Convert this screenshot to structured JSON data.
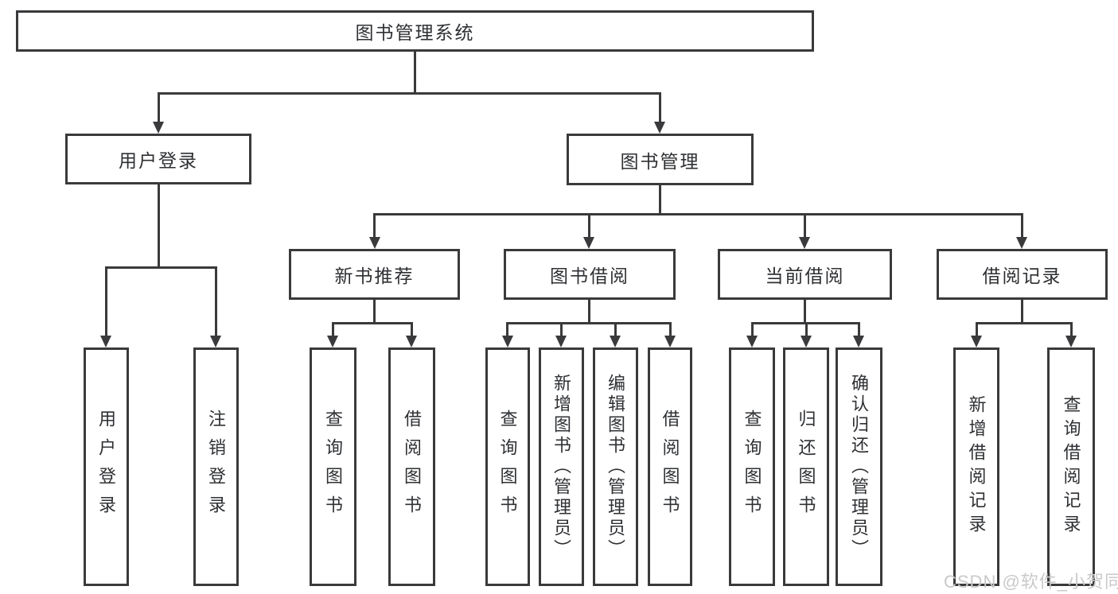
{
  "diagram": {
    "root": {
      "label": "图书管理系统"
    },
    "level2": [
      {
        "label": "用户登录",
        "children": [
          {
            "label": "用户登录"
          },
          {
            "label": "注销登录"
          }
        ]
      },
      {
        "label": "图书管理",
        "children": [
          {
            "label": "新书推荐",
            "children": [
              {
                "label": "查询图书"
              },
              {
                "label": "借阅图书"
              }
            ]
          },
          {
            "label": "图书借阅",
            "children": [
              {
                "label": "查询图书"
              },
              {
                "label": "新增图书（管理员）"
              },
              {
                "label": "编辑图书（管理员）"
              },
              {
                "label": "借阅图书"
              }
            ]
          },
          {
            "label": "当前借阅",
            "children": [
              {
                "label": "查询图书"
              },
              {
                "label": "归还图书"
              },
              {
                "label": "确认归还（管理员）"
              }
            ]
          },
          {
            "label": "借阅记录",
            "children": [
              {
                "label": "新增借阅记录"
              },
              {
                "label": "查询借阅记录"
              }
            ]
          }
        ]
      }
    ]
  },
  "watermark": {
    "text": "CSDN @软件_小贺同学"
  },
  "colors": {
    "line": "#3a3a3c",
    "box_bg": "#ffffff",
    "text": "#2e3033",
    "watermark": "#c9c9c9",
    "page_bg": "#ffffff"
  }
}
